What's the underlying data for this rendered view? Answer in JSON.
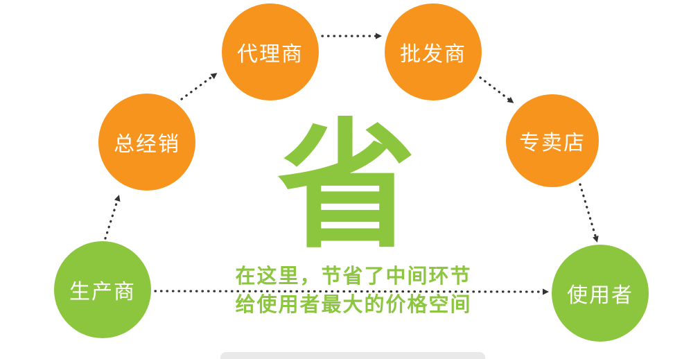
{
  "colors": {
    "green": "#8cc63e",
    "orange": "#f7941e",
    "arrow": "#333333",
    "panel_edge_gray": "#e9e9e9"
  },
  "nodes": [
    {
      "id": "producer",
      "label": "生产商",
      "color": "#8cc63e"
    },
    {
      "id": "distributor",
      "label": "总经销",
      "color": "#f7941e"
    },
    {
      "id": "agent",
      "label": "代理商",
      "color": "#f7941e"
    },
    {
      "id": "wholesaler",
      "label": "批发商",
      "color": "#f7941e"
    },
    {
      "id": "store",
      "label": "专卖店",
      "color": "#f7941e"
    },
    {
      "id": "consumer",
      "label": "使用者",
      "color": "#8cc63e"
    }
  ],
  "center": {
    "character": "省"
  },
  "caption": {
    "line1": "在这里，节省了中间环节",
    "line2": "给使用者最大的价格空间"
  },
  "flow": [
    "生产商 → 总经销",
    "总经销 → 代理商",
    "代理商 → 批发商",
    "批发商 → 专卖店",
    "专卖店 → 使用者",
    "生产商 → 使用者"
  ]
}
